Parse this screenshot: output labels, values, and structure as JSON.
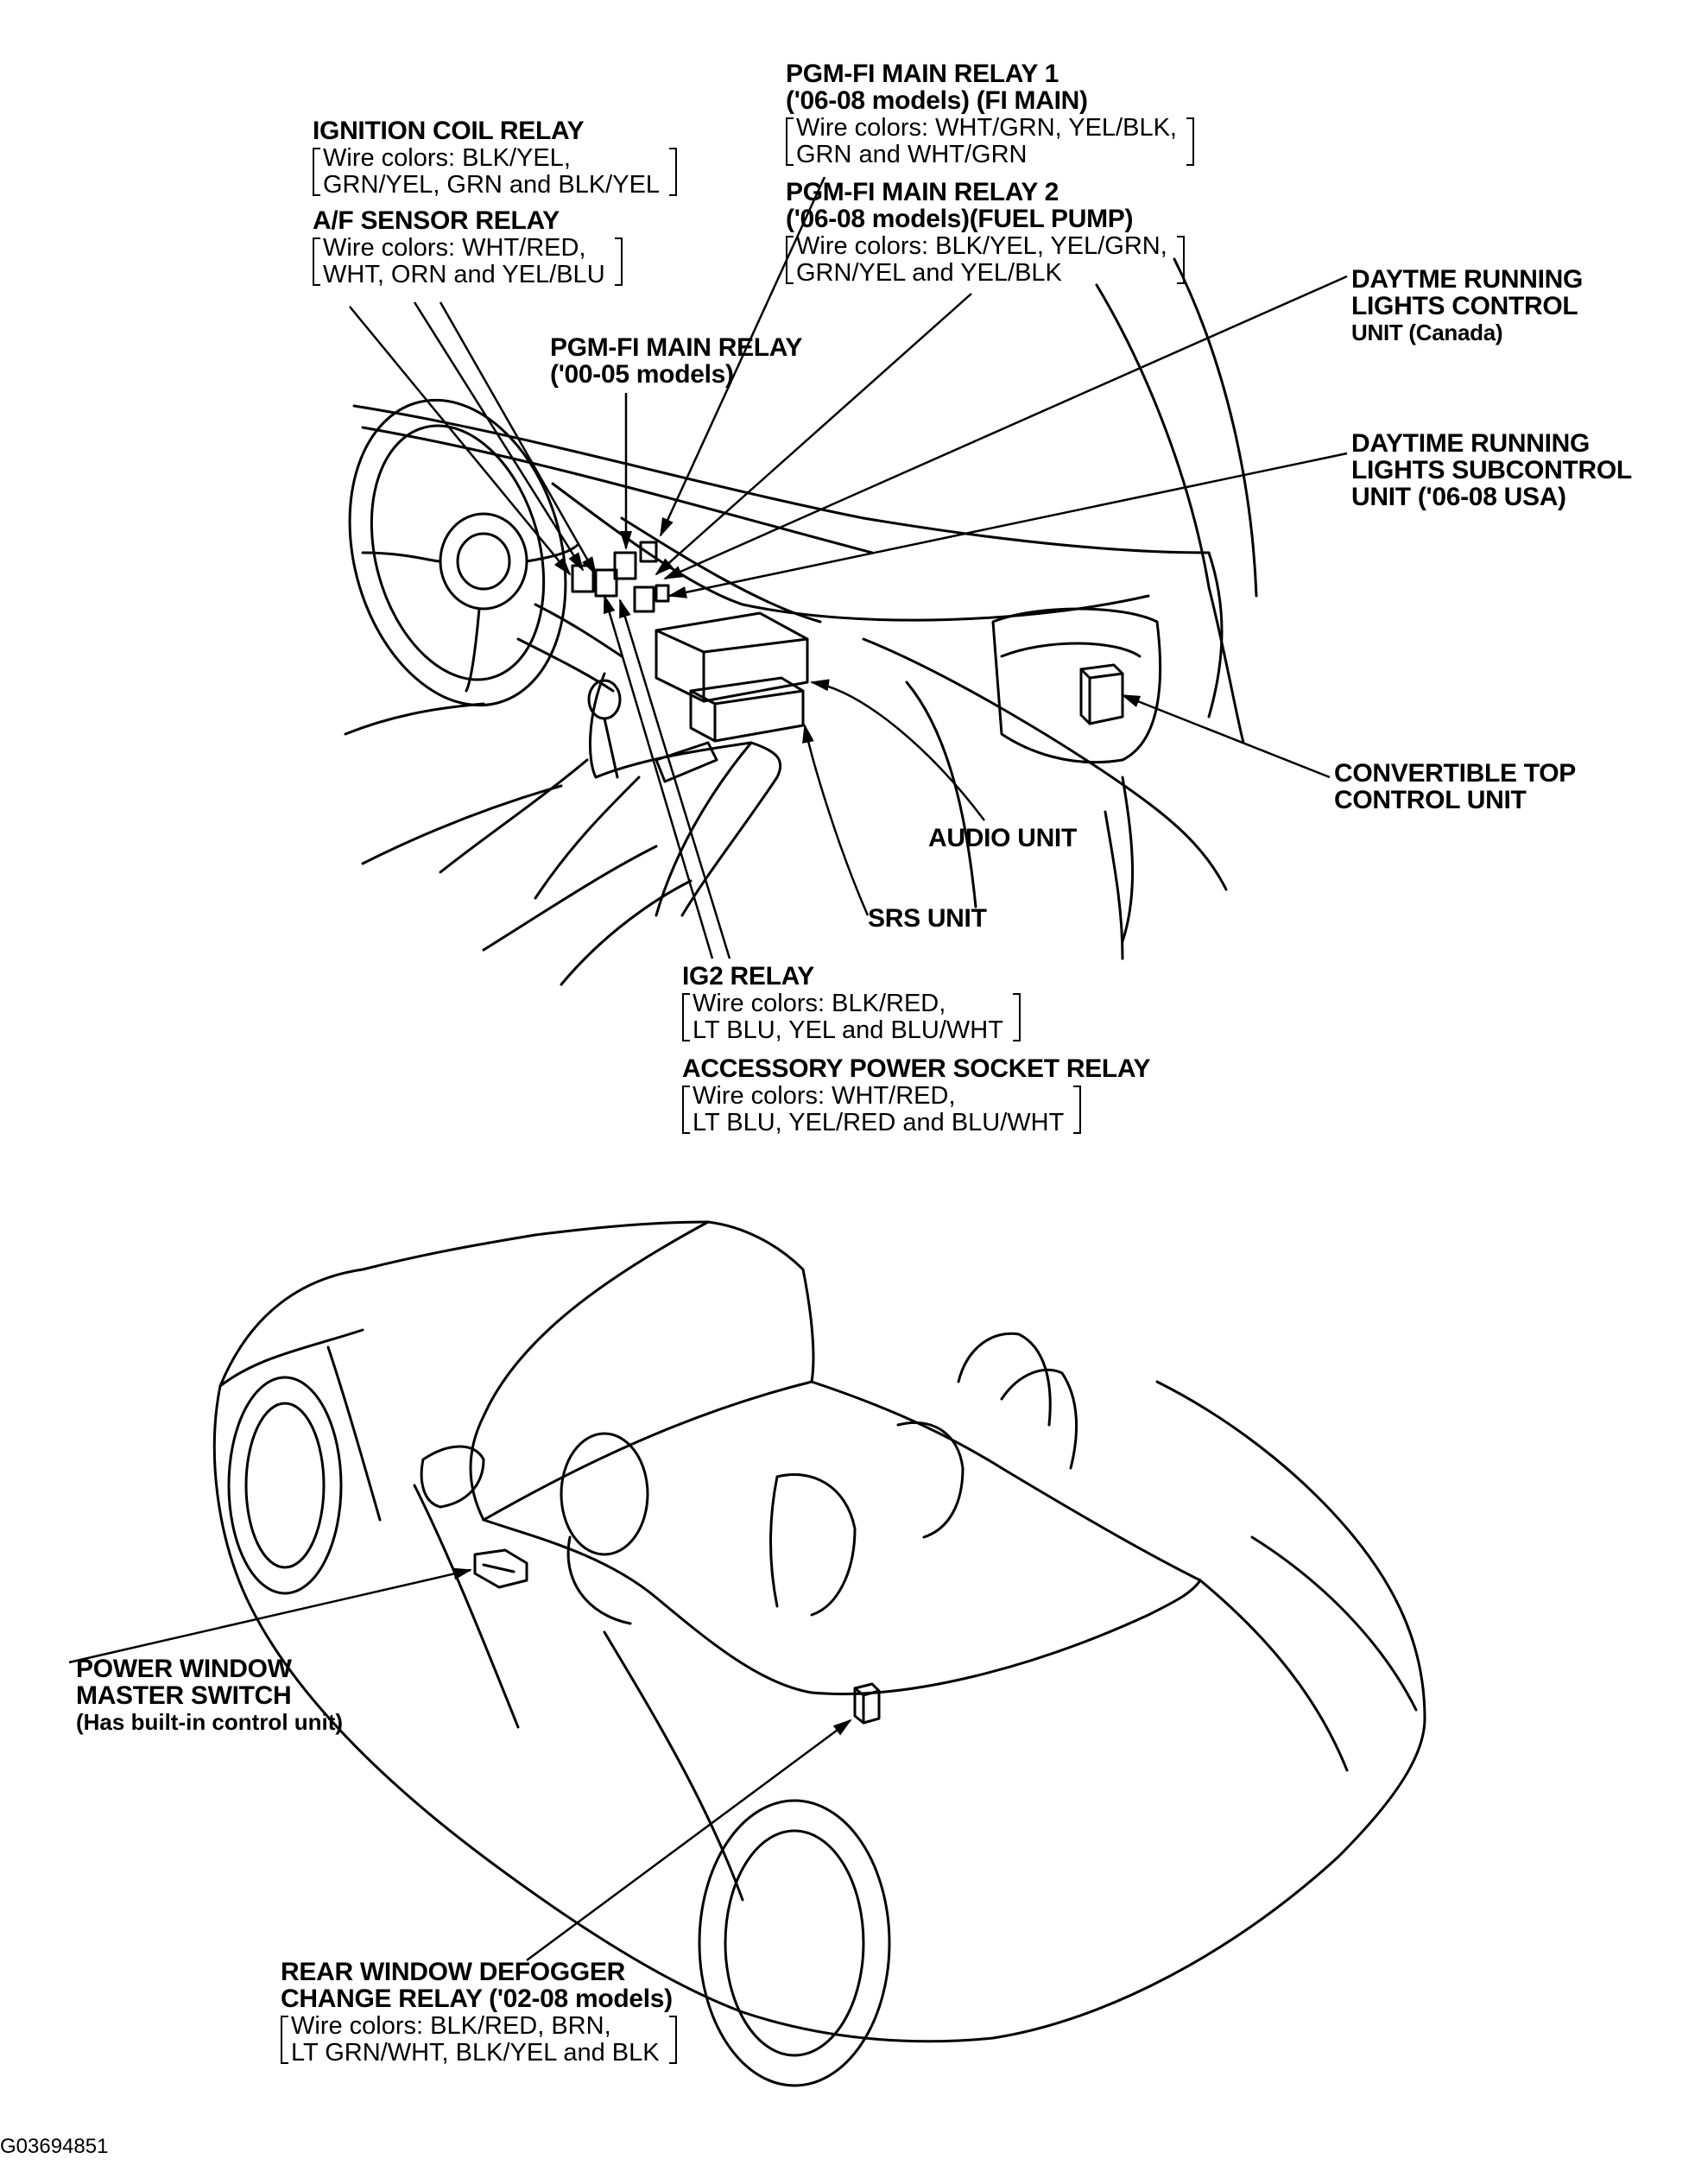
{
  "labels": {
    "pgmfi_relay1": {
      "title": [
        "PGM-FI MAIN RELAY 1",
        "('06-08 models) (FI MAIN)"
      ],
      "wire": [
        "Wire colors: WHT/GRN, YEL/BLK,",
        "GRN and WHT/GRN"
      ]
    },
    "pgmfi_relay2": {
      "title": [
        "PGM-FI MAIN RELAY 2",
        "('06-08 models)(FUEL PUMP)"
      ],
      "wire": [
        "Wire colors: BLK/YEL, YEL/GRN,",
        "GRN/YEL and YEL/BLK"
      ]
    },
    "ignition_coil_relay": {
      "title": [
        "IGNITION COIL RELAY"
      ],
      "wire": [
        "Wire colors: BLK/YEL,",
        "GRN/YEL, GRN and BLK/YEL"
      ]
    },
    "af_sensor_relay": {
      "title": [
        "A/F SENSOR RELAY"
      ],
      "wire": [
        "Wire colors: WHT/RED,",
        "WHT, ORN and YEL/BLU"
      ]
    },
    "pgmfi_main_relay": {
      "title": [
        "PGM-FI MAIN RELAY",
        "('00-05 models)"
      ]
    },
    "drl_control_unit": {
      "title": [
        "DAYTME RUNNING",
        "LIGHTS CONTROL",
        "UNIT (Canada)"
      ]
    },
    "drl_subcontrol_unit": {
      "title": [
        "DAYTIME RUNNING",
        "LIGHTS SUBCONTROL",
        "UNIT ('06-08 USA)"
      ]
    },
    "convertible_top_control_unit": {
      "title": [
        "CONVERTIBLE TOP",
        "CONTROL UNIT"
      ]
    },
    "audio_unit": {
      "title": [
        "AUDIO UNIT"
      ]
    },
    "srs_unit": {
      "title": [
        "SRS UNIT"
      ]
    },
    "ig2_relay": {
      "title": [
        "IG2 RELAY"
      ],
      "wire": [
        "Wire colors: BLK/RED,",
        "LT BLU, YEL and BLU/WHT"
      ]
    },
    "accessory_power_socket_relay": {
      "title": [
        "ACCESSORY POWER SOCKET RELAY"
      ],
      "wire": [
        "Wire colors: WHT/RED,",
        "LT BLU, YEL/RED and BLU/WHT"
      ]
    },
    "power_window_master_switch": {
      "title": [
        "POWER WINDOW",
        "MASTER SWITCH"
      ],
      "subtitle": "(Has built-in control unit)"
    },
    "rear_window_defogger_relay": {
      "title": [
        "REAR WINDOW DEFOGGER",
        "CHANGE RELAY ('02-08 models)"
      ],
      "wire": [
        "Wire colors: BLK/RED, BRN,",
        "LT GRN/WHT, BLK/YEL and BLK"
      ]
    }
  },
  "figure_code": "G03694851"
}
